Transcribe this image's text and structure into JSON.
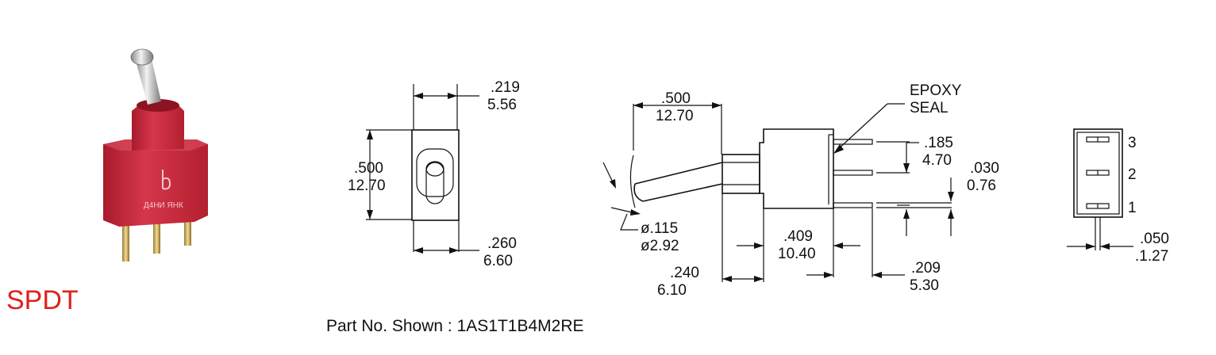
{
  "product": {
    "type_label": "SPDT",
    "part_number_text": "Part No. Shown : 1AS1T1B4M2RE",
    "body_marking": "Д4НИ ЯНК",
    "body_color": "#c9283a",
    "label_color": "#e0201c"
  },
  "front_view": {
    "width_top_in": ".219",
    "width_top_mm": "5.56",
    "height_in": ".500",
    "height_mm": "12.70",
    "width_bottom_in": ".260",
    "width_bottom_mm": "6.60"
  },
  "side_view": {
    "epoxy_label_1": "EPOXY",
    "epoxy_label_2": "SEAL",
    "lever_length_in": ".500",
    "lever_length_mm": "12.70",
    "lever_dia_1": "ø.115",
    "lever_dia_2": "ø2.92",
    "terminal_spacing_in": ".185",
    "terminal_spacing_mm": "4.70",
    "terminal_thk_in": ".030",
    "terminal_thk_mm": "0.76",
    "body_length_in": ".409",
    "body_length_mm": "10.40",
    "bushing_in": ".240",
    "bushing_mm": "6.10",
    "terminal_len_in": ".209",
    "terminal_len_mm": "5.30"
  },
  "terminal_view": {
    "pin_labels": [
      "3",
      "2",
      "1"
    ],
    "pitch_in": ".050",
    "pitch_mm": ".1.27"
  }
}
